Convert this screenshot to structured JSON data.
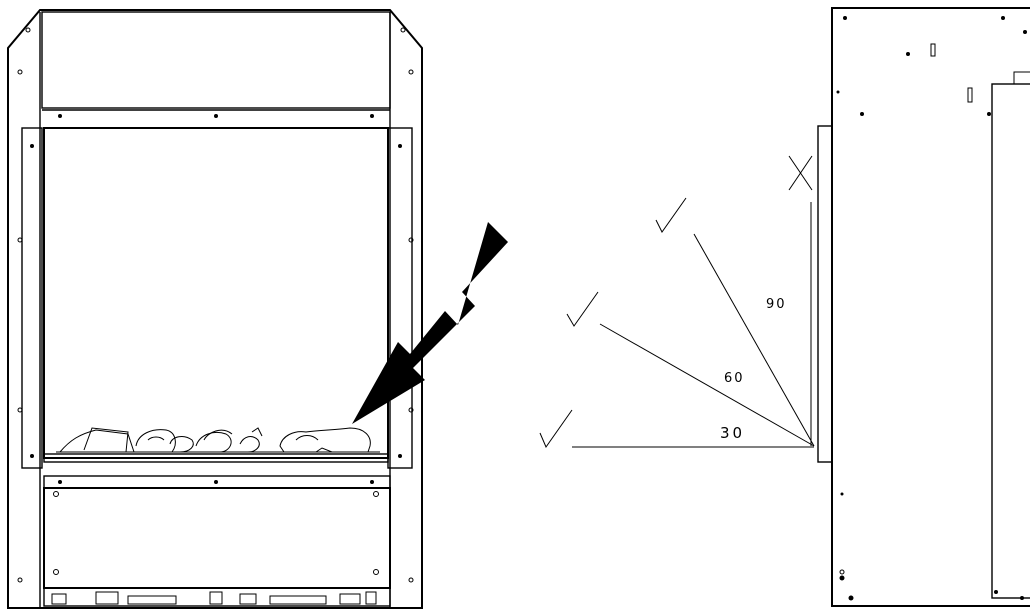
{
  "diagram": {
    "angles": [
      {
        "label": "30",
        "status": "ok",
        "mark_icon": "check-mark-icon"
      },
      {
        "label": "60",
        "status": "ok",
        "mark_icon": "check-mark-icon"
      },
      {
        "label": "90",
        "status": "ok",
        "mark_icon": "check-mark-icon"
      },
      {
        "label": "",
        "status": "not-allowed",
        "mark_icon": "cross-mark-icon"
      }
    ],
    "colors": {
      "line": "#000000",
      "background": "#ffffff"
    }
  }
}
